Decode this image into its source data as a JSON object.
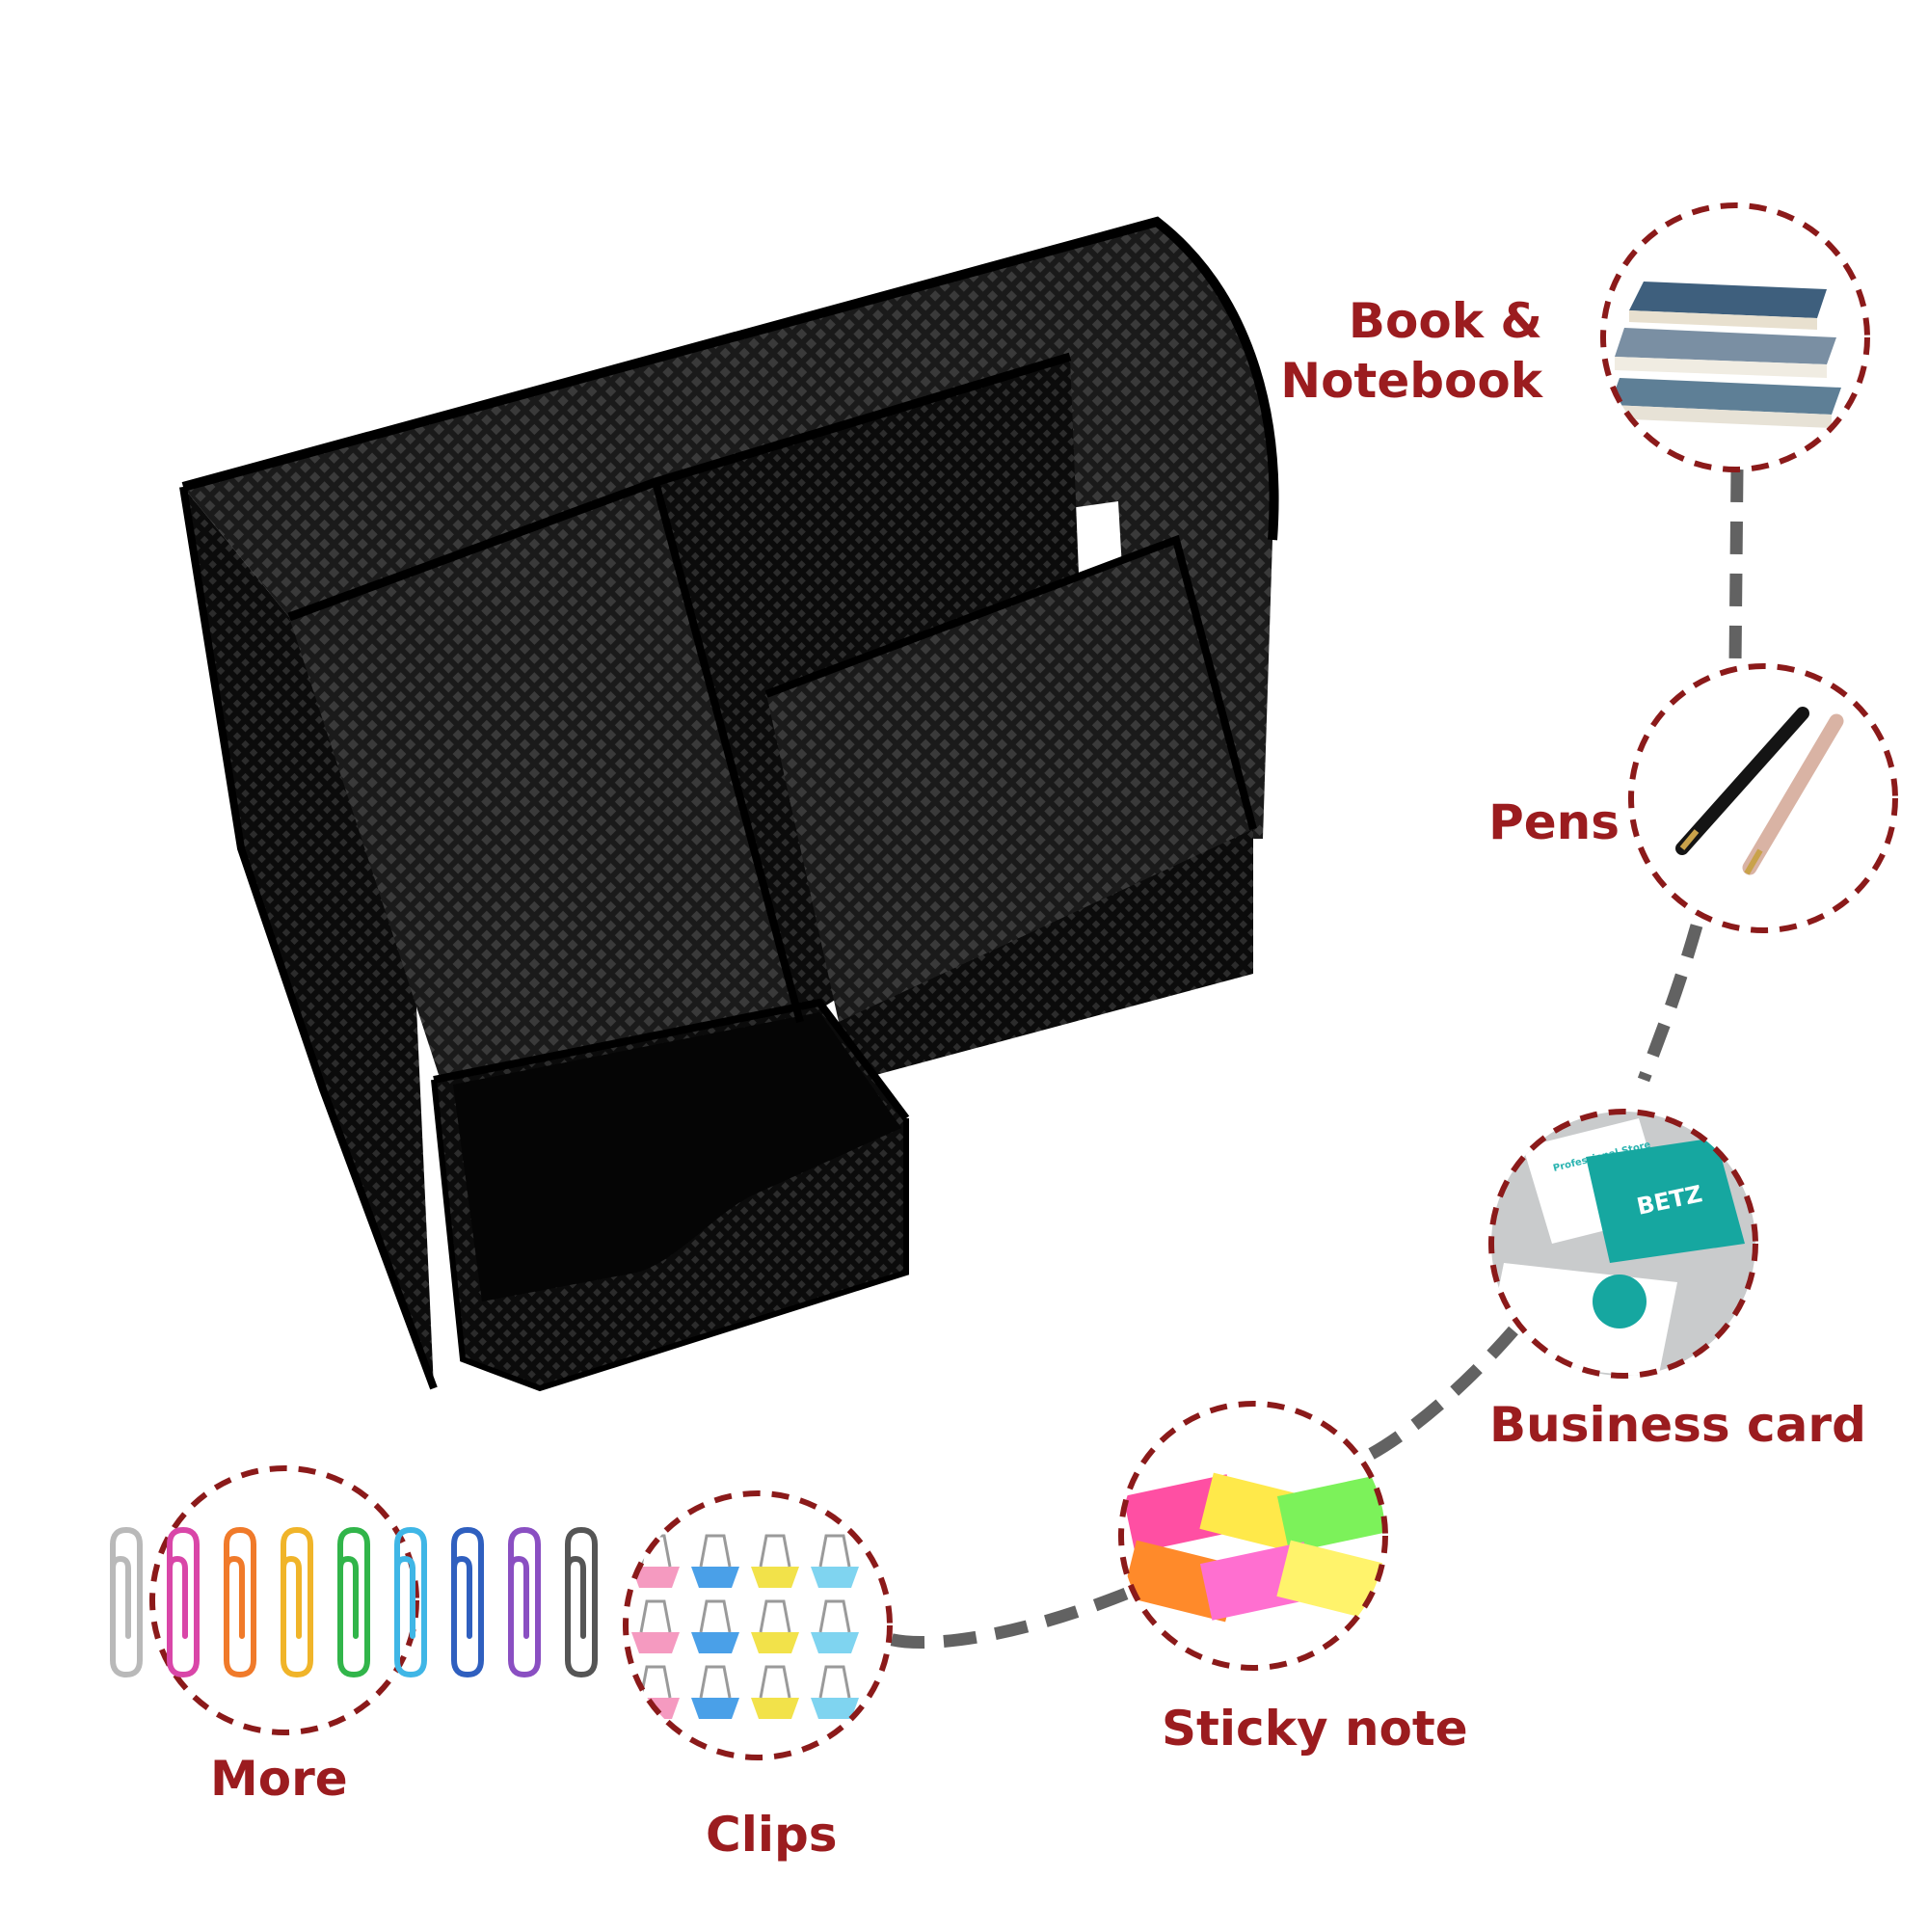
{
  "colors": {
    "label": "#9b1c1f",
    "circle_border": "#8b1a1a",
    "connector": "#626262",
    "product": "#0b0b0b"
  },
  "labels": {
    "book": [
      "Book &",
      "Notebook"
    ],
    "pens": "Pens",
    "business_card": "Business card",
    "sticky_note": "Sticky note",
    "more": "More",
    "clips": "Clips"
  },
  "card_logo": "BETZ",
  "card_text": "Professional Store",
  "clip_colors": [
    "#b9b9b9",
    "#d946a8",
    "#f07a2a",
    "#f0b429",
    "#31b54a",
    "#3fb6e6",
    "#2f5fbf",
    "#8a4fc2",
    "#555555"
  ],
  "sticky_colors": [
    "#ff4fa3",
    "#ffe94a",
    "#7cf25a",
    "#ff8a2a",
    "#ff6fd0",
    "#fff36b"
  ],
  "binder_colors": [
    "#f59ac0",
    "#4aa0e8",
    "#f2e24a",
    "#7fd4f0"
  ]
}
